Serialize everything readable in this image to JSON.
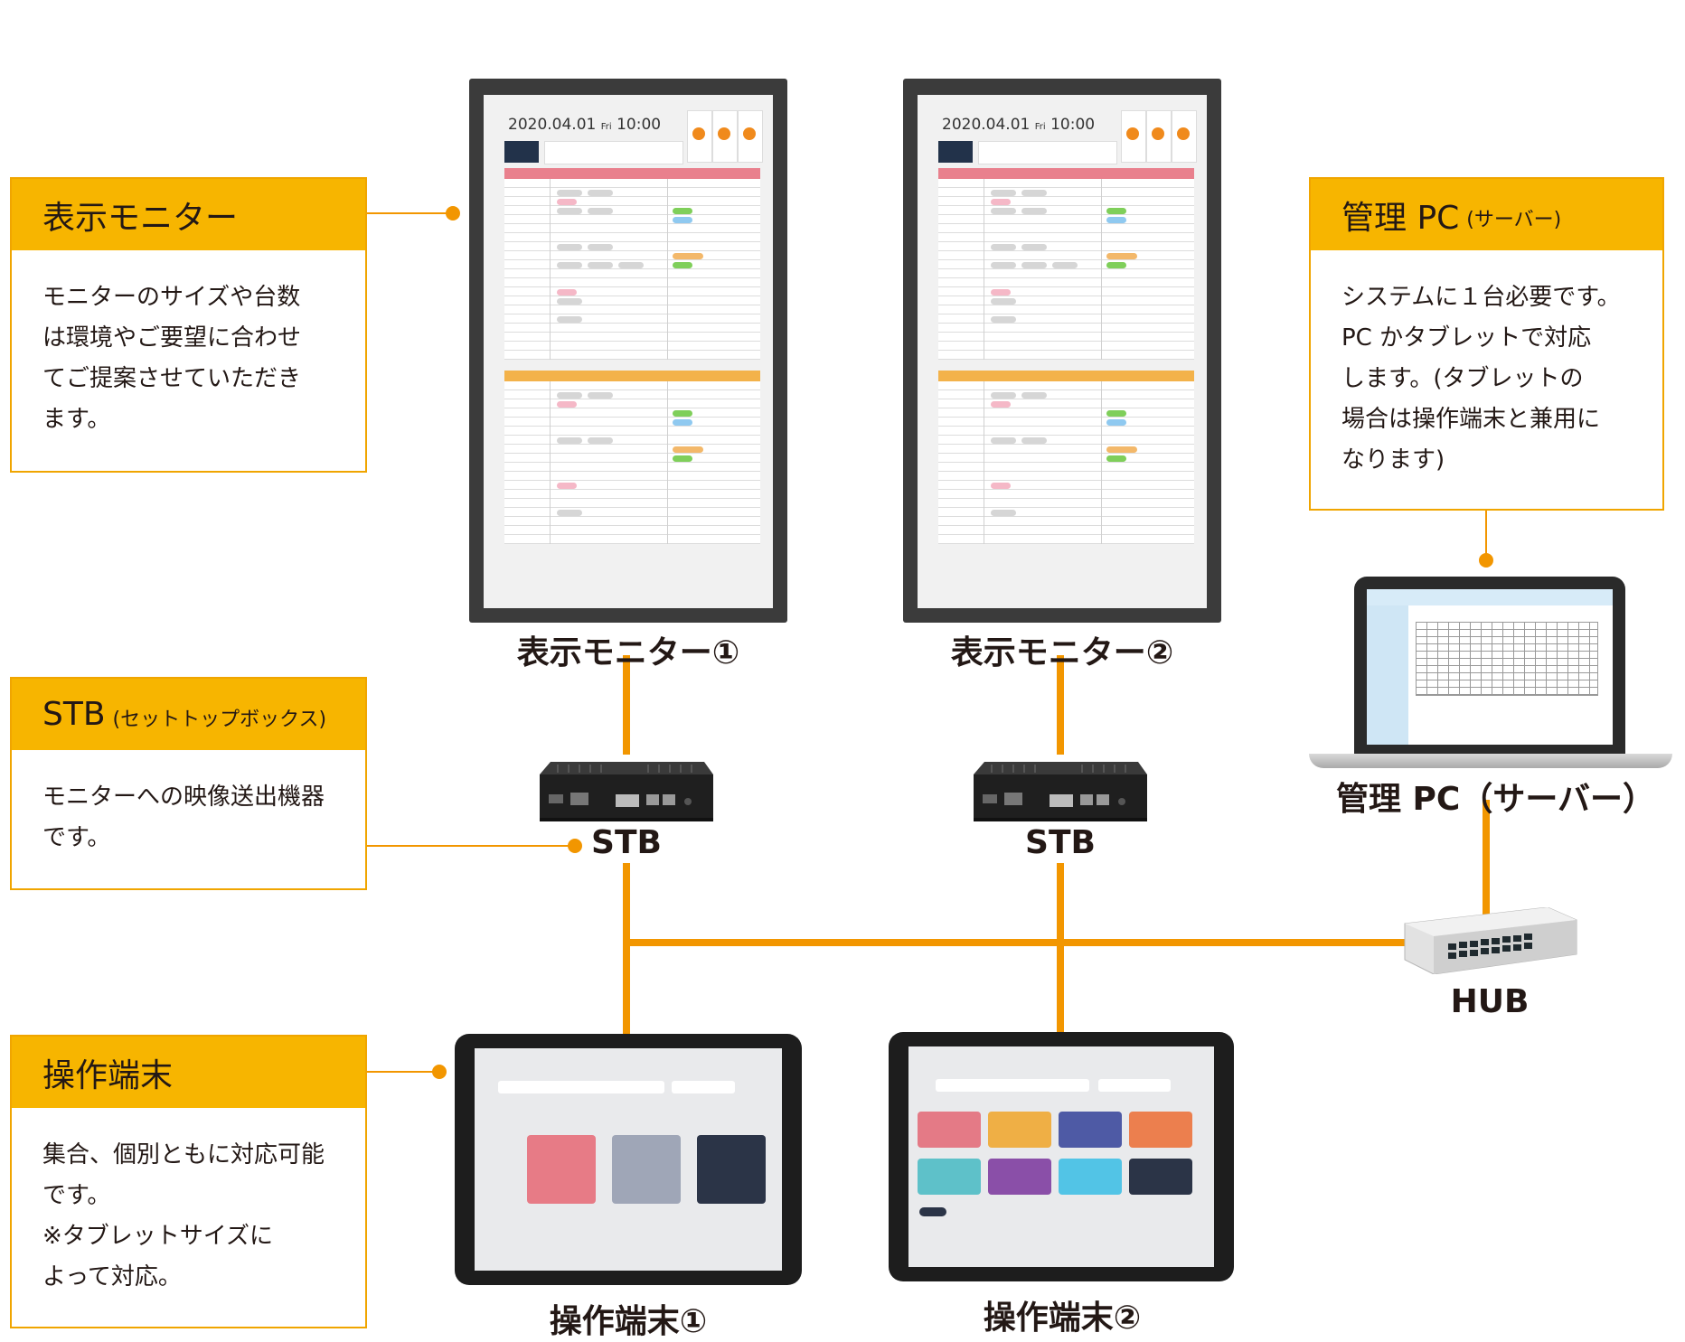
{
  "colors": {
    "accent": "#f29600",
    "callout_header": "#f7b500",
    "callout_border": "#f0a500"
  },
  "callouts": {
    "monitor": {
      "title": "表示モニター",
      "body": "モニターのサイズや台数\nは環境やご要望に合わせ\nてご提案させていただき\nます。"
    },
    "stb": {
      "title": "STB",
      "title_small": "(セットトップボックス)",
      "body": "モニターへの映像送出機器\nです。"
    },
    "terminal": {
      "title": "操作端末",
      "body": "集合、個別ともに対応可能\nです。\n※タブレットサイズに\nよって対応。"
    },
    "server": {
      "title": "管理 PC",
      "title_small": "(サーバー)",
      "body": "システムに１台必要です。\nPC かタブレットで対応\nします。(タブレットの\n場合は操作端末と兼用に\nなります)"
    }
  },
  "labels": {
    "monitor1": "表示モニター①",
    "monitor2": "表示モニター②",
    "stb1": "STB",
    "stb2": "STB",
    "server": "管理 PC（サーバー）",
    "hub": "HUB",
    "terminal1": "操作端末①",
    "terminal2": "操作端末②"
  },
  "monitor_screen": {
    "date": "2020.04.01",
    "dow": "Fri",
    "time": "10:00"
  }
}
